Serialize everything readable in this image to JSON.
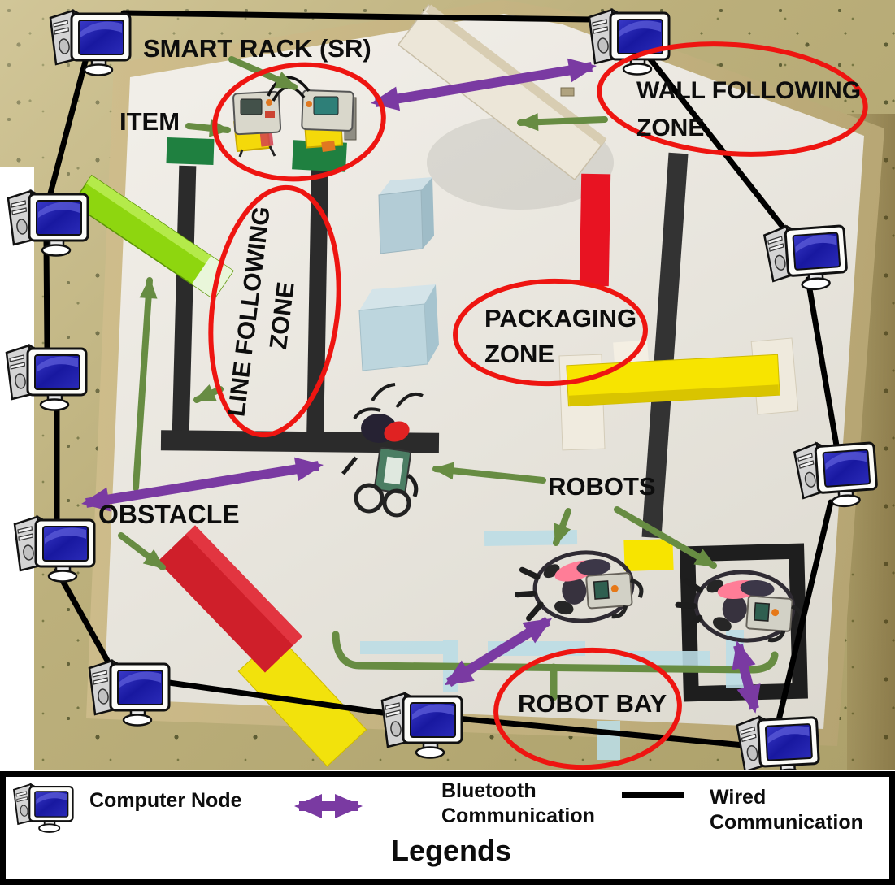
{
  "figure": {
    "annotations": {
      "smart_rack": "SMART RACK (SR)",
      "item": "ITEM",
      "wall_following_zone": [
        "WALL FOLLOWING",
        "ZONE"
      ],
      "line_following_zone": [
        "LINE FOLLOWING",
        "ZONE"
      ],
      "packaging_zone": [
        "PACKAGING",
        "ZONE"
      ],
      "obstacle": "OBSTACLE",
      "robots": "ROBOTS",
      "robot_bay": "ROBOT BAY"
    },
    "computer_node_count": 10,
    "zone_marker": "red-ellipse",
    "colors": {
      "zone_outline_red": "#ee1511",
      "pointer_arrow_green": "#678c42",
      "bluetooth_purple": "#7a3aa2",
      "wired_black": "#000000"
    }
  },
  "legend": {
    "title": "Legends",
    "computer_node": {
      "icon": "computer-icon",
      "label": "Computer Node"
    },
    "bluetooth": {
      "icon": "purple-double-arrow-icon",
      "label_line1": "Bluetooth",
      "label_line2": "Communication"
    },
    "wired": {
      "icon": "black-line-icon",
      "label_line1": "Wired",
      "label_line2": "Communication"
    }
  }
}
